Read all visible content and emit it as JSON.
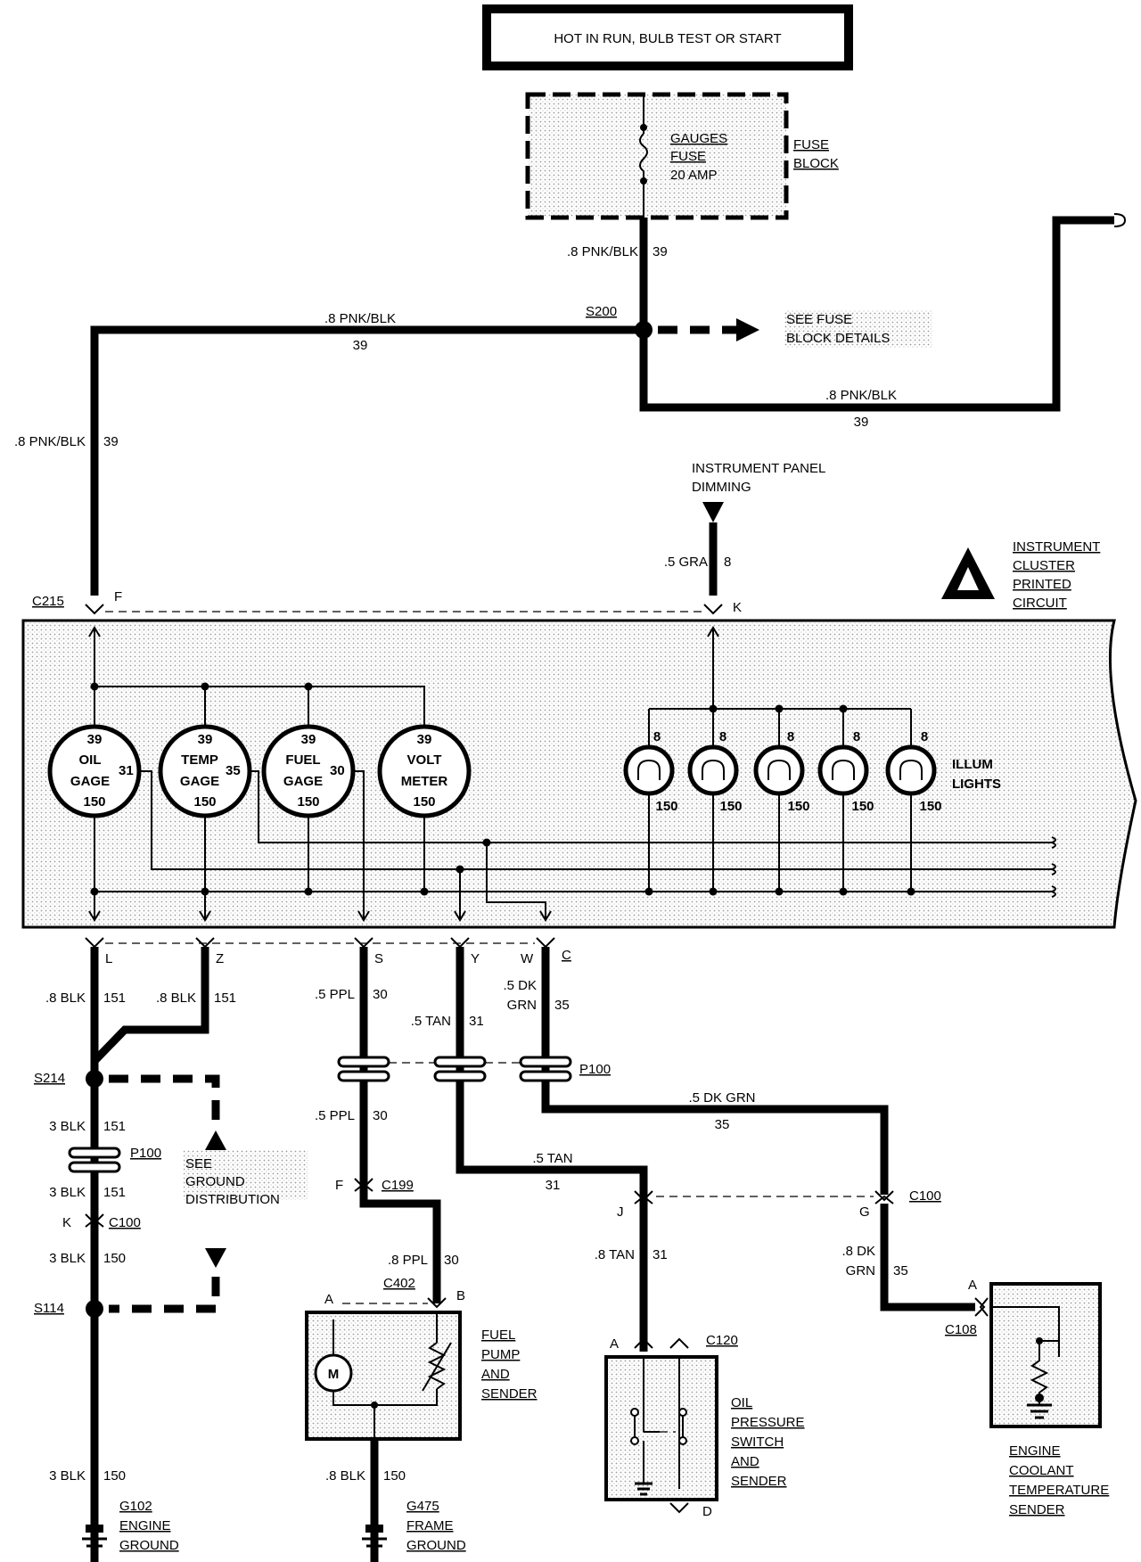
{
  "header": {
    "title": "HOT IN RUN, BULB TEST OR START"
  },
  "fuse": {
    "name_line1": "GAUGES",
    "name_line2": "FUSE",
    "rating": "20 AMP",
    "block_line1": "FUSE",
    "block_line2": "BLOCK"
  },
  "splices": {
    "s200": "S200",
    "s214": "S214",
    "s114": "S114"
  },
  "notes": {
    "fuse_block_details_line1": "SEE FUSE",
    "fuse_block_details_line2": "BLOCK DETAILS",
    "ground_dist_line1": "SEE",
    "ground_dist_line2": "GROUND",
    "ground_dist_line3": "DISTRIBUTION",
    "dimming_line1": "INSTRUMENT PANEL",
    "dimming_line2": "DIMMING"
  },
  "cluster": {
    "title_line1": "INSTRUMENT",
    "title_line2": "CLUSTER",
    "title_line3": "PRINTED",
    "title_line4": "CIRCUIT",
    "connector": "C215",
    "pin_f": "F",
    "pin_k": "K",
    "illum_line1": "ILLUM",
    "illum_line2": "LIGHTS"
  },
  "gauges": [
    {
      "top": "39",
      "line1": "OIL",
      "line2": "GAGE",
      "bottom": "150",
      "side": "31"
    },
    {
      "top": "39",
      "line1": "TEMP",
      "line2": "GAGE",
      "bottom": "150",
      "side": "35"
    },
    {
      "top": "39",
      "line1": "FUEL",
      "line2": "GAGE",
      "bottom": "150",
      "side": "30"
    },
    {
      "top": "39",
      "line1": "VOLT",
      "line2": "METER",
      "bottom": "150",
      "side": ""
    }
  ],
  "lamps": [
    {
      "top": "8",
      "bottom": "150"
    },
    {
      "top": "8",
      "bottom": "150"
    },
    {
      "top": "8",
      "bottom": "150"
    },
    {
      "top": "8",
      "bottom": "150"
    },
    {
      "top": "8",
      "bottom": "150"
    }
  ],
  "pins": {
    "l": "L",
    "z": "Z",
    "s": "S",
    "y": "Y",
    "w": "W",
    "c": "C",
    "k": "K",
    "f": "F",
    "j": "J",
    "g": "G",
    "a": "A",
    "b": "B",
    "d": "D"
  },
  "wires": {
    "pnk_blk": ".8 PNK/BLK",
    "c39": "39",
    "gra": ".5 GRA",
    "c8": "8",
    "blk8": ".8 BLK",
    "c151": "151",
    "blk3": "3 BLK",
    "c150": "150",
    "ppl5": ".5 PPL",
    "c30": "30",
    "tan5": ".5  TAN",
    "tan5b": ".5 TAN",
    "c31": "31",
    "dk5_line1": ".5 DK",
    "grn": "GRN",
    "c35": "35",
    "dkgrn5": ".5 DK GRN",
    "ppl8": ".8 PPL",
    "tan8": ".8  TAN",
    "dk8_line1": ".8 DK"
  },
  "connectors": {
    "p100": "P100",
    "c100": "C100",
    "c199": "C199",
    "c402": "C402",
    "c120": "C120",
    "c108": "C108"
  },
  "components": {
    "motor": "M",
    "fuel_line1": "FUEL",
    "fuel_line2": "PUMP",
    "fuel_line3": "AND",
    "fuel_line4": "SENDER",
    "oil_line1": "OIL",
    "oil_line2": "PRESSURE",
    "oil_line3": "SWITCH",
    "oil_line4": "AND",
    "oil_line5": "SENDER",
    "ect_line1": "ENGINE",
    "ect_line2": "COOLANT",
    "ect_line3": "TEMPERATURE",
    "ect_line4": "SENDER"
  },
  "grounds": {
    "g102": "G102",
    "g102_line2": "ENGINE",
    "g102_line3": "GROUND",
    "g475": "G475",
    "g475_line2": "FRAME",
    "g475_line3": "GROUND"
  }
}
